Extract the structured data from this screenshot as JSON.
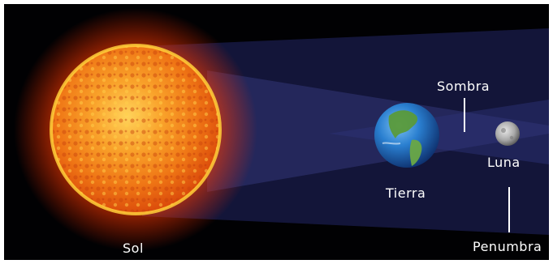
{
  "labels": {
    "sun": "Sol",
    "earth": "Tierra",
    "moon": "Luna",
    "umbra": "Sombra",
    "penumbra": "Penumbra"
  },
  "colors": {
    "background": "#010103",
    "shadow_cone": "#2a2f6e",
    "sun_core": "#f28a1c",
    "sun_corona": "#ffb21a",
    "earth_ocean": "#1f6fc4",
    "earth_land": "#5a9a3a",
    "moon": "#b8b8b8",
    "label_text": "#ffffff"
  }
}
